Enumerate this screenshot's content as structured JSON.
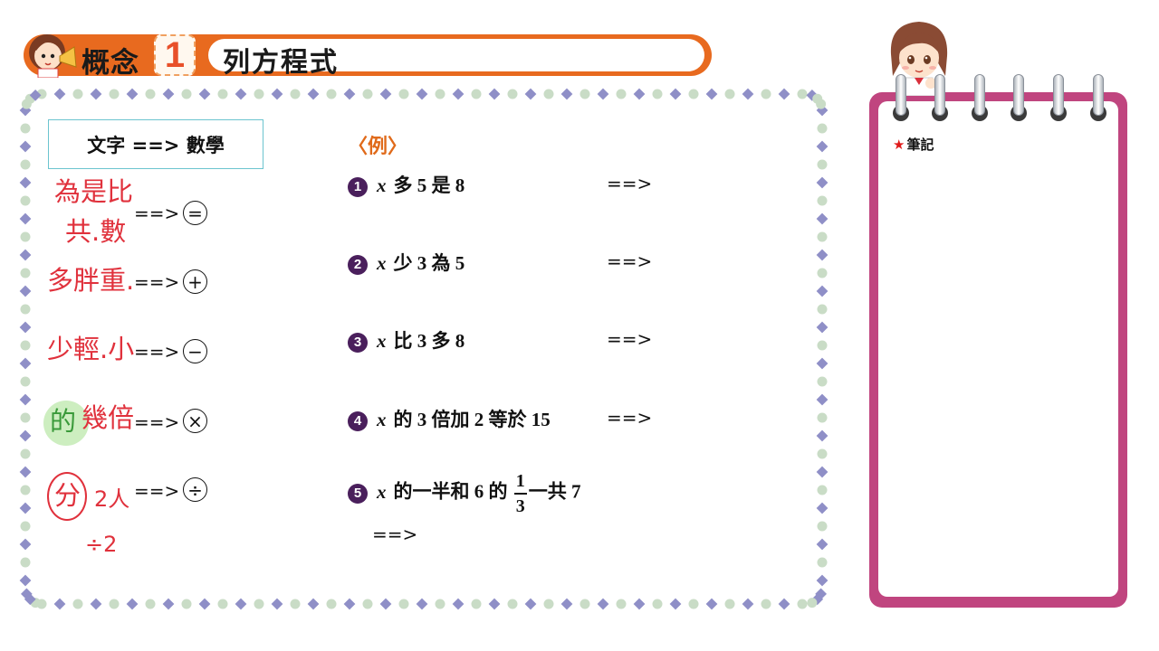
{
  "header": {
    "concept_label": "概念",
    "concept_number": "1",
    "title": "列方程式"
  },
  "translate_box": {
    "label": "文字 ==> 數學"
  },
  "arrow": "==>",
  "keywords": [
    {
      "handwritten": [
        "為是比",
        "共.數"
      ],
      "operator_symbol": "=",
      "operator_icon": "equals-circle-icon"
    },
    {
      "handwritten": [
        "多胖重."
      ],
      "operator_symbol": "+",
      "operator_icon": "plus-circle-icon"
    },
    {
      "handwritten": [
        "少輕.小"
      ],
      "operator_symbol": "−",
      "operator_icon": "minus-circle-icon"
    },
    {
      "handwritten": [
        "的",
        "幾倍"
      ],
      "operator_symbol": "×",
      "operator_icon": "times-circle-icon"
    },
    {
      "handwritten": [
        "分",
        "2人",
        "÷2"
      ],
      "operator_symbol": "÷",
      "operator_icon": "divide-circle-icon"
    }
  ],
  "examples": {
    "heading": "〈例〉",
    "items": [
      {
        "bullet": "1",
        "var": "x",
        "text": "多 5 是 8"
      },
      {
        "bullet": "2",
        "var": "x",
        "text": "少 3 為 5"
      },
      {
        "bullet": "3",
        "var": "x",
        "text": "比 3 多 8"
      },
      {
        "bullet": "4",
        "var": "x",
        "text": "的 3 倍加 2 等於 15"
      },
      {
        "bullet": "5",
        "var": "x",
        "text_before": "的一半和 6 的",
        "frac_num": "1",
        "frac_den": "3",
        "text_after": "一共 7"
      }
    ]
  },
  "notes": {
    "star": "★",
    "label": "筆記"
  },
  "colors": {
    "banner": "#e86a1f",
    "handwriting_red": "#e0313c",
    "notepad": "#c0457f",
    "frame_dot_green": "#c9dcc6",
    "frame_diamond_purple": "#8f8fc7",
    "bullet_purple": "#4a1f5c",
    "example_heading": "#e06a1a"
  }
}
